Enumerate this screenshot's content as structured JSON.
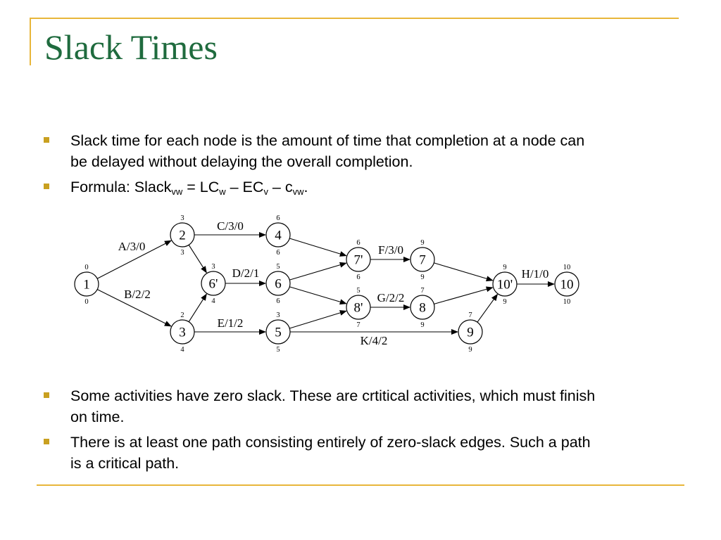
{
  "title": "Slack Times",
  "bullets_top": [
    {
      "text": "Slack time for each node is the amount of time that completion at a node can be delayed without delaying the overall completion."
    },
    {
      "formula": {
        "pre": "Formula: Slack",
        "sub1": "vw",
        "t1": " = LC",
        "sub2": "w",
        "t2": " – EC",
        "sub3": "v",
        "t3": " – c",
        "sub4": "vw",
        "t4": "."
      }
    }
  ],
  "bullets_bottom": [
    {
      "text": "Some activities have zero slack. These are crtitical activities, which must finish on time."
    },
    {
      "text": "There is at least one path consisting entirely of zero-slack edges. Such a path is a critical path."
    }
  ],
  "colors": {
    "title": "#1F6B3E",
    "accent": "#E8B63A",
    "bullet": "#C9A020"
  },
  "graph": {
    "nodes": [
      {
        "id": "n1",
        "label": "1",
        "top": "0",
        "bottom": "0"
      },
      {
        "id": "n2",
        "label": "2",
        "top": "3",
        "bottom": "3"
      },
      {
        "id": "n3",
        "label": "3",
        "top": "2",
        "bottom": "4"
      },
      {
        "id": "n6p",
        "label": "6'",
        "top": "3",
        "bottom": "4"
      },
      {
        "id": "n4",
        "label": "4",
        "top": "6",
        "bottom": "6"
      },
      {
        "id": "n6",
        "label": "6",
        "top": "5",
        "bottom": "6"
      },
      {
        "id": "n5",
        "label": "5",
        "top": "3",
        "bottom": "5"
      },
      {
        "id": "n7p",
        "label": "7'",
        "top": "6",
        "bottom": "6"
      },
      {
        "id": "n8p",
        "label": "8'",
        "top": "5",
        "bottom": "7"
      },
      {
        "id": "n7",
        "label": "7",
        "top": "9",
        "bottom": "9"
      },
      {
        "id": "n8",
        "label": "8",
        "top": "7",
        "bottom": "9"
      },
      {
        "id": "n9",
        "label": "9",
        "top": "7",
        "bottom": "9"
      },
      {
        "id": "n10p",
        "label": "10'",
        "top": "9",
        "bottom": "9"
      },
      {
        "id": "n10",
        "label": "10",
        "top": "10",
        "bottom": "10"
      }
    ],
    "edges": [
      {
        "from": "n1",
        "to": "n2",
        "label": "A/3/0"
      },
      {
        "from": "n1",
        "to": "n3",
        "label": "B/2/2"
      },
      {
        "from": "n2",
        "to": "n4",
        "label": "C/3/0"
      },
      {
        "from": "n2",
        "to": "n6p",
        "label": ""
      },
      {
        "from": "n3",
        "to": "n6p",
        "label": ""
      },
      {
        "from": "n6p",
        "to": "n6",
        "label": "D/2/1"
      },
      {
        "from": "n3",
        "to": "n5",
        "label": "E/1/2"
      },
      {
        "from": "n4",
        "to": "n7p",
        "label": ""
      },
      {
        "from": "n6",
        "to": "n7p",
        "label": ""
      },
      {
        "from": "n6",
        "to": "n8p",
        "label": ""
      },
      {
        "from": "n5",
        "to": "n8p",
        "label": ""
      },
      {
        "from": "n7p",
        "to": "n7",
        "label": "F/3/0"
      },
      {
        "from": "n8p",
        "to": "n8",
        "label": "G/2/2"
      },
      {
        "from": "n5",
        "to": "n9",
        "label": "K/4/2"
      },
      {
        "from": "n7",
        "to": "n10p",
        "label": ""
      },
      {
        "from": "n8",
        "to": "n10p",
        "label": ""
      },
      {
        "from": "n9",
        "to": "n10p",
        "label": ""
      },
      {
        "from": "n10p",
        "to": "n10",
        "label": "H/1/0"
      }
    ]
  }
}
